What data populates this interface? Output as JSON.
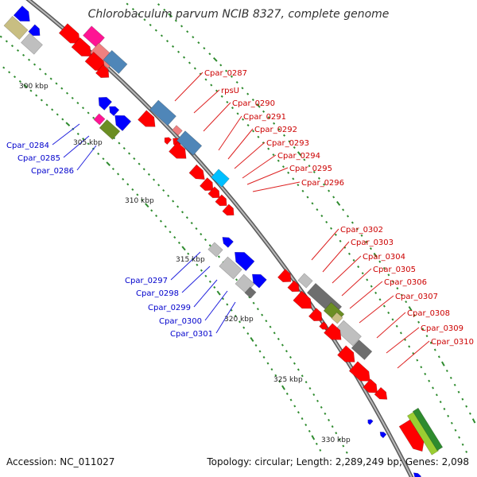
{
  "title": "Chlorobaculum parvum NCIB 8327, complete genome",
  "accession_text": "Accession: NC_011027",
  "summary_text": "Topology: circular; Length: 2,289,249 bp; Genes: 2,098",
  "scale_labels": [
    "300 kbp",
    "305 kbp",
    "310 kbp",
    "315 kbp",
    "320 kbp",
    "325 kbp",
    "330 kbp"
  ],
  "gene_labels_blue": [
    "Cpar_0284",
    "Cpar_0285",
    "Cpar_0286",
    "Cpar_0297",
    "Cpar_0298",
    "Cpar_0299",
    "Cpar_0300",
    "Cpar_0301"
  ],
  "gene_labels_red": [
    "Cpar_0287",
    "rpsU",
    "Cpar_0290",
    "Cpar_0291",
    "Cpar_0292",
    "Cpar_0293",
    "Cpar_0294",
    "Cpar_0295",
    "Cpar_0296",
    "Cpar_0302",
    "Cpar_0303",
    "Cpar_0304",
    "Cpar_0305",
    "Cpar_0306",
    "Cpar_0307",
    "Cpar_0308",
    "Cpar_0309",
    "Cpar_0310"
  ],
  "colors": {
    "forward": "#ff0000",
    "reverse": "#0000ff",
    "grey": "#bfbfbf",
    "dark_grey": "#6e6e6e",
    "steel": "#4f86b8",
    "pink": "#ff1493",
    "salmon": "#f08080",
    "olive": "#6b8e23",
    "khaki": "#c8be82",
    "cyan": "#00bfff",
    "light_green": "#9acd32",
    "green": "#2e8b2e",
    "backbone": "#7f7f7f"
  }
}
